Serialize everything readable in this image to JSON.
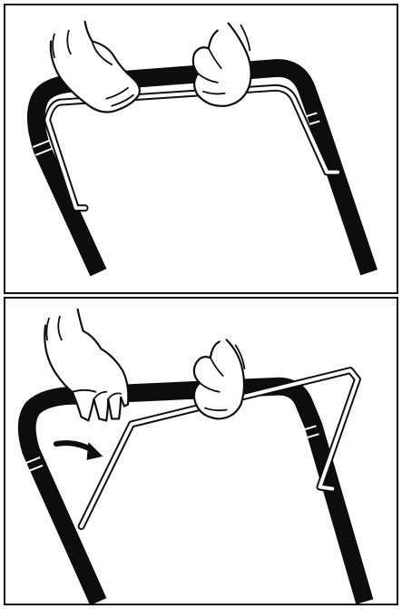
{
  "figure": {
    "panels": [
      {
        "step": "bail-released",
        "hands": "both-hands-on-handle-bar"
      },
      {
        "step": "bail-pulled-to-handle",
        "hands": "left-hand-pulls-bail-down"
      }
    ],
    "colors": {
      "line": "#0d0d0d",
      "background": "#ffffff"
    },
    "icons": [
      "right-hand-icon",
      "left-hand-icon",
      "curved-arrow-icon"
    ]
  }
}
